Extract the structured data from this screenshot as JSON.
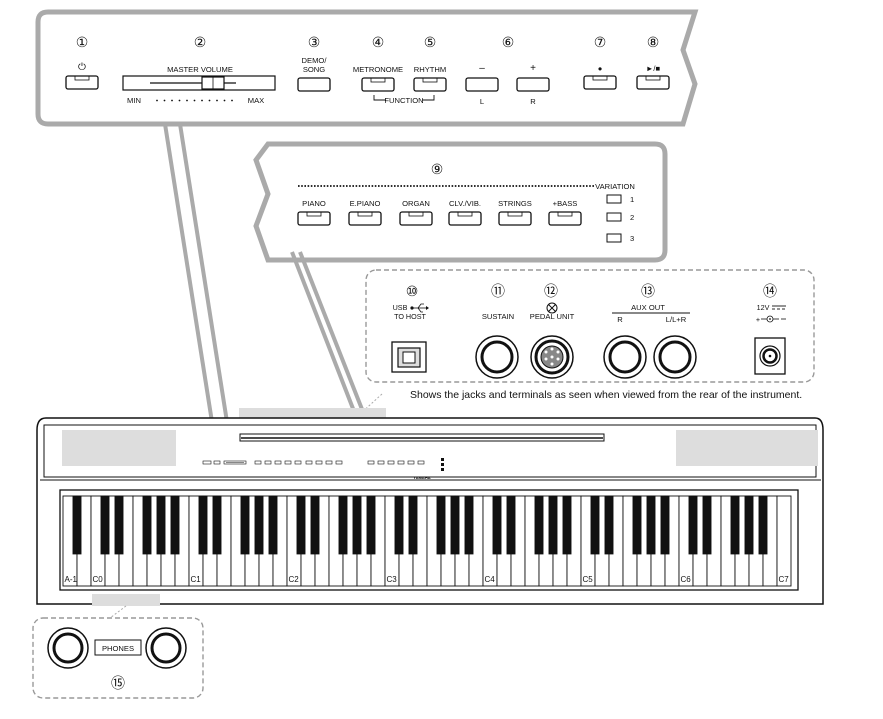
{
  "panel_top": {
    "nums": [
      "①",
      "②",
      "③",
      "④",
      "⑤",
      "⑥",
      "⑦",
      "⑧"
    ],
    "power_symbol": "⏻",
    "master_volume": "MASTER VOLUME",
    "min": "MIN",
    "max": "MAX",
    "demo_song": [
      "DEMO/",
      "SONG"
    ],
    "metronome": "METRONOME",
    "rhythm": "RHYTHM",
    "function": "FUNCTION",
    "minus": "–",
    "plus": "+",
    "l": "L",
    "r": "R",
    "record_symbol": "●",
    "play_stop_symbol": "►/■"
  },
  "panel_voice": {
    "num": "⑨",
    "variation": "VARIATION",
    "voices": [
      "PIANO",
      "E.PIANO",
      "ORGAN",
      "CLV./VIB.",
      "STRINGS",
      "+BASS"
    ],
    "variation_leds": [
      "1",
      "2",
      "3"
    ]
  },
  "panel_rear": {
    "nums": [
      "⑩",
      "⑪",
      "⑫",
      "⑬",
      "⑭"
    ],
    "usb": "USB",
    "to_host": "TO HOST",
    "sustain": "SUSTAIN",
    "pedal_unit": "PEDAL UNIT",
    "aux_out": "AUX OUT",
    "aux_r": "R",
    "aux_l": "L/L+R",
    "dc_in": "12V"
  },
  "rear_caption": "Shows the jacks and terminals as seen when viewed from the rear of the instrument.",
  "keyboard": {
    "octave_labels": [
      "A-1",
      "C0",
      "C1",
      "C2",
      "C3",
      "C4",
      "C5",
      "C6",
      "C7"
    ],
    "brand": "YAMAHA"
  },
  "phones": {
    "label": "PHONES",
    "num": "⑮"
  }
}
